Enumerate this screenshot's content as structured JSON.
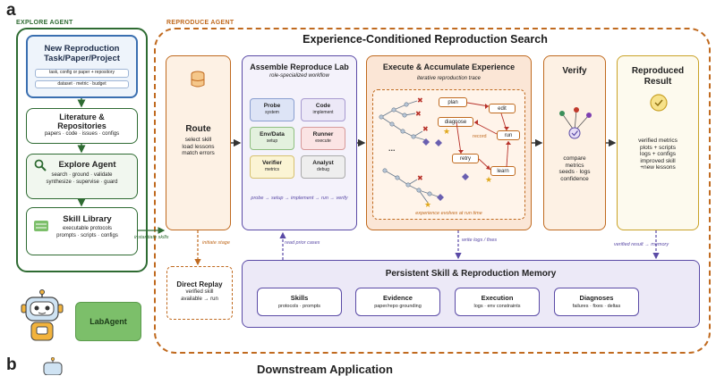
{
  "panel_a": "a",
  "panel_b": "b",
  "explore": {
    "section": "EXPLORE AGENT",
    "task_title": "New Reproduction Task/Paper/Project",
    "task_input": "task, config or paper + repository",
    "task_meta": "dataset · metric · budget",
    "lit_title": "Literature & Repositories",
    "lit_sub": "papers · code · issues · configs",
    "agent_title": "Explore Agent",
    "agent_sub1": "search · ground · validate",
    "agent_sub2": "synthesize · supervise · guard",
    "skill_title": "Skill Library",
    "skill_sub1": "executable protocols",
    "skill_sub2": "prompts · scripts · configs"
  },
  "labagent": "LabAgent",
  "reproduce": {
    "section": "REPRODUCE AGENT",
    "title": "Experience-Conditioned Reproduction Search",
    "route_title": "Route",
    "route_sub1": "select skill",
    "route_sub2": "load lessons",
    "route_sub3": "match errors",
    "assemble_title": "Assemble Reproduce Lab",
    "assemble_sub": "role-specialized workflow",
    "roles": [
      {
        "name": "Probe",
        "sub": "system"
      },
      {
        "name": "Code",
        "sub": "implement"
      },
      {
        "name": "Env/Data",
        "sub": "setup"
      },
      {
        "name": "Runner",
        "sub": "execute"
      },
      {
        "name": "Verifier",
        "sub": "metrics"
      },
      {
        "name": "Analyst",
        "sub": "debug"
      }
    ],
    "assemble_flow": "probe → setup → implement → run → verify",
    "execute_title": "Execute & Accumulate Experience",
    "execute_trace": "iterative reproduction trace",
    "exec_nodes": {
      "plan": "plan",
      "edit": "edit",
      "diagnose": "diagnose",
      "run": "run",
      "retry": "retry",
      "learn": "learn",
      "record": "record"
    },
    "execute_caption": "experience evolves at run time",
    "verify_title": "Verify",
    "verify_sub1": "compare",
    "verify_sub2": "metrics",
    "verify_sub3": "seeds · logs",
    "verify_sub4": "confidence",
    "result_title": "Reproduced Result",
    "result_sub1": "verified metrics",
    "result_sub2": "plots + scripts",
    "result_sub3": "logs + configs",
    "result_sub4": "improved skill",
    "result_sub5": "+new lessons"
  },
  "labels": {
    "instantiate": "instantiate skills",
    "initiate": "initiate stage",
    "read_prior": "read prior cases",
    "write_logs": "write logs / fixes",
    "verified_result": "verified result → memory"
  },
  "direct_replay": {
    "title": "Direct Replay",
    "sub1": "verified skill",
    "sub2": "available → run"
  },
  "memory": {
    "title": "Persistent Skill & Reproduction Memory",
    "items": [
      {
        "name": "Skills",
        "sub": "protocols · prompts"
      },
      {
        "name": "Evidence",
        "sub": "paper/repo grounding"
      },
      {
        "name": "Execution",
        "sub": "logs · env constraints"
      },
      {
        "name": "Diagnoses",
        "sub": "failures · fixes · deltas"
      }
    ]
  },
  "downstream": "Downstream Application",
  "colors": {
    "green": "#2e6b32",
    "orange": "#c06a1f",
    "purple": "#5a4aa6",
    "gold": "#c9a227",
    "blue": "#3a6fb0"
  }
}
